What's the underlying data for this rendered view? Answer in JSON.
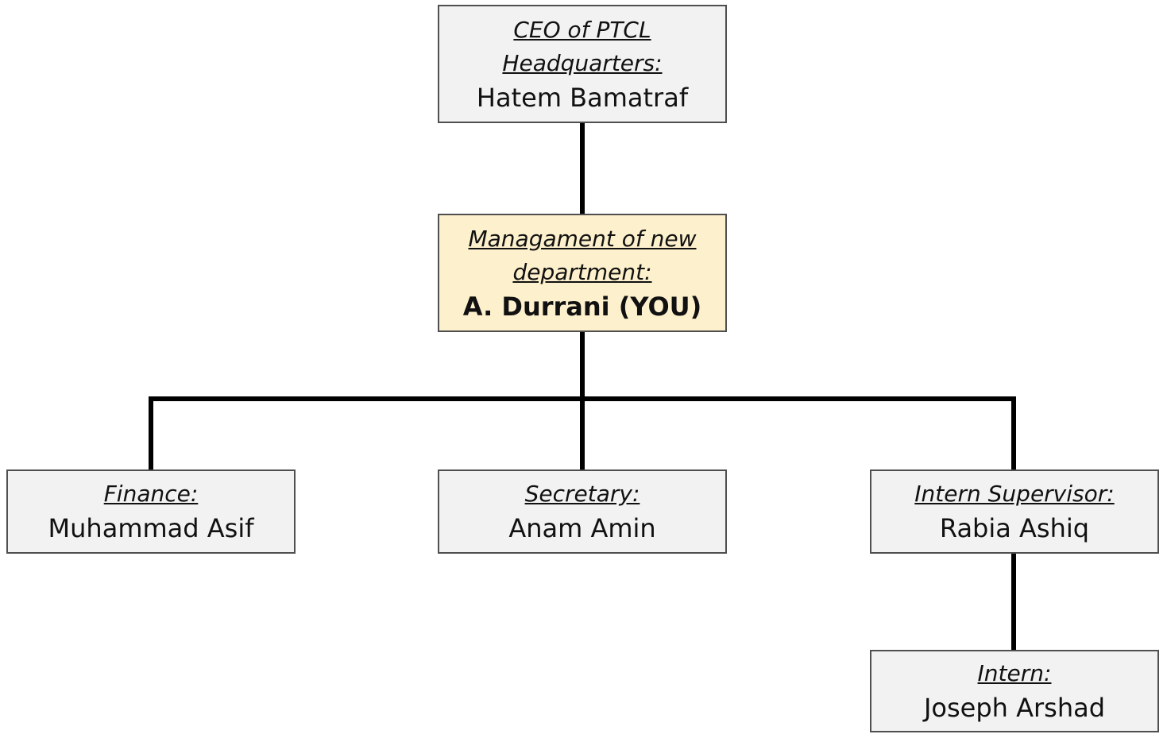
{
  "nodes": {
    "ceo": {
      "role": "CEO of PTCL\nHeadquarters:",
      "person": "Hatem Bamatraf"
    },
    "management": {
      "role": "Managament of new\ndepartment:",
      "person": "A. Durrani (YOU)"
    },
    "finance": {
      "role": "Finance:",
      "person": "Muhammad Asif"
    },
    "secretary": {
      "role": "Secretary:",
      "person": "Anam Amin"
    },
    "intern_supervisor": {
      "role": "Intern Supervisor:",
      "person": "Rabia Ashiq"
    },
    "intern": {
      "role": "Intern:",
      "person": "Joseph Arshad"
    }
  },
  "colors": {
    "box_fill": "#f2f2f2",
    "highlight_fill": "#fdf0cc",
    "box_border": "#4f4f4f",
    "connector": "#000000"
  }
}
